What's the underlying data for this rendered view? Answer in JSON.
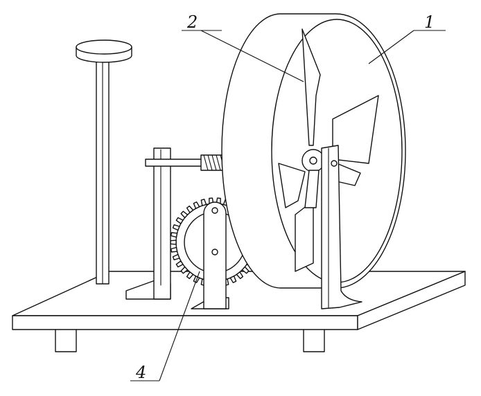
{
  "figure": {
    "callouts": [
      {
        "id": "wheel",
        "label": "1"
      },
      {
        "id": "blade",
        "label": "2"
      },
      {
        "id": "gear-bracket",
        "label": "4"
      }
    ]
  }
}
